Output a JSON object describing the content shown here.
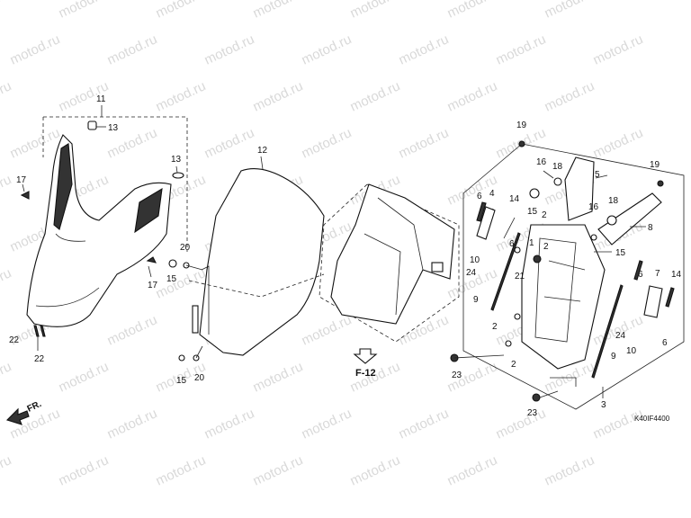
{
  "watermark": "motod.ru",
  "diagram_code": "K40IF4400",
  "reference_label": "F-12",
  "front_label": "FR.",
  "callouts": [
    "1",
    "2",
    "3",
    "4",
    "5",
    "6",
    "7",
    "8",
    "9",
    "10",
    "11",
    "12",
    "13",
    "14",
    "15",
    "16",
    "17",
    "18",
    "19",
    "20",
    "21",
    "22",
    "23",
    "24"
  ]
}
